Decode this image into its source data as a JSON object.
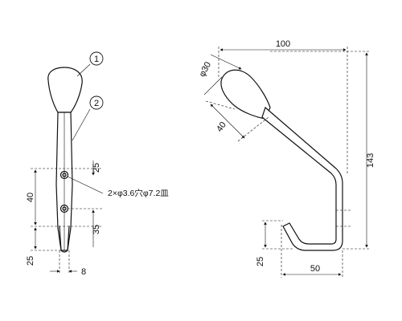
{
  "callouts": {
    "part1": "1",
    "part2": "2"
  },
  "front_view": {
    "dim_hole_offset_top": "25",
    "dim_overall_height_left": "40",
    "dim_hole_pitch": "35",
    "dim_bottom": "25",
    "dim_width": "8",
    "hole_note": "2×φ3.6穴φ7.2皿"
  },
  "side_view": {
    "dim_overall_width": "100",
    "dim_knob_dia": "φ30",
    "dim_knob_length": "40",
    "dim_overall_height": "143",
    "dim_hook_bottom": "25",
    "dim_hook_width": "50"
  }
}
